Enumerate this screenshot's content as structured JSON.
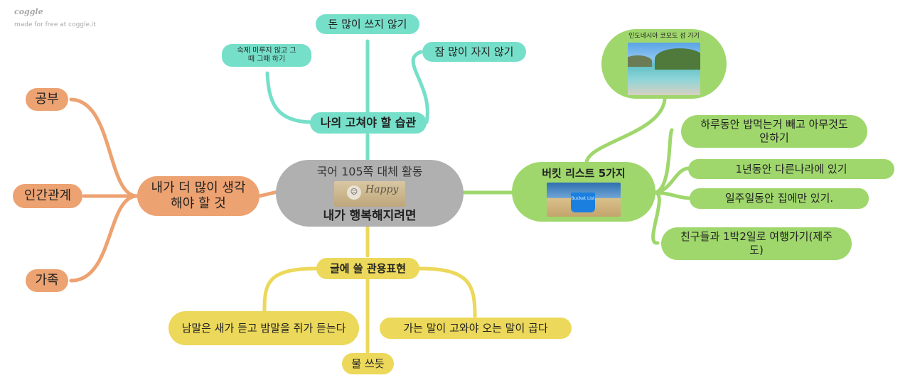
{
  "brand": {
    "logo": "coggle",
    "tagline": "made for free at coggle.it"
  },
  "colors": {
    "teal": "#76dfc9",
    "orange": "#eda271",
    "yellow": "#ecd85a",
    "green": "#9fd76c",
    "center": "#b0b0b0"
  },
  "center": {
    "line1": "국어 105쪽 대체 활동",
    "image_text": "Happy",
    "title": "내가 행복해지려면"
  },
  "teal": {
    "main": "나의 고쳐야 할 습관",
    "items": [
      "돈 많이 쓰지 않기",
      "잠 많이 자지 않기",
      "숙제 미루지 않고 그때 그때 하기"
    ]
  },
  "orange": {
    "main": "내가 더 많이 생각 해야 할 것",
    "items": [
      "공부",
      "인간관계",
      "가족"
    ]
  },
  "yellow": {
    "main": "글에 쓸 관용표현",
    "items": [
      "남말은 새가 듣고 밤말을 쥐가 듣는다",
      "물 쓰듯",
      "가는 말이 고와야 오는 말이 곱다"
    ]
  },
  "green": {
    "main": "버킷 리스트 5가지",
    "image_text": "Bucket List",
    "photo_caption": "인도네시아 코모도 섬 가기",
    "items": [
      "하루동안 밥먹는거 빼고 아무것도 안하기",
      "1년동안 다른나라에 있기",
      "일주일동안 집에만 있기.",
      "친구들과 1박2일로 여행가기(제주도)"
    ]
  }
}
